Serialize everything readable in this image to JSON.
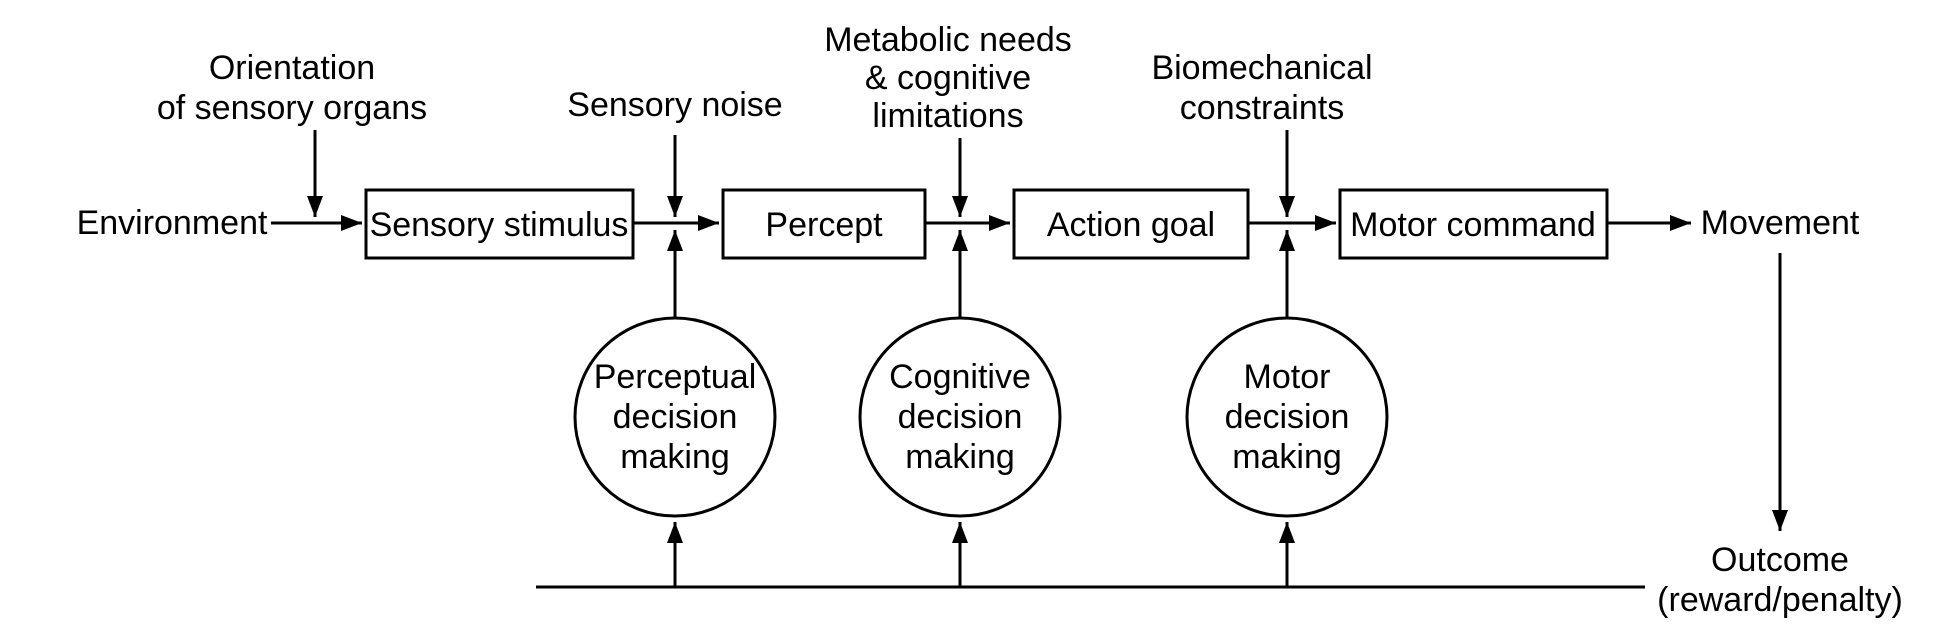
{
  "figure": {
    "background_color": "#ffffff",
    "ink_color": "#000000"
  },
  "flow": {
    "environment": "Environment",
    "sensory_stimulus": "Sensory stimulus",
    "percept": "Percept",
    "action_goal": "Action goal",
    "motor_command": "Motor command",
    "movement": "Movement",
    "outcome": {
      "line1": "Outcome",
      "line2": "(reward/penalty)"
    }
  },
  "influences": {
    "orientation": {
      "line1": "Orientation",
      "line2": "of sensory organs"
    },
    "sensory_noise": "Sensory noise",
    "metabolic": {
      "line1": "Metabolic needs",
      "line2": "& cognitive",
      "line3": "limitations"
    },
    "biomechanical": {
      "line1": "Biomechanical",
      "line2": "constraints"
    }
  },
  "decisions": {
    "perceptual": {
      "line1": "Perceptual",
      "line2": "decision",
      "line3": "making"
    },
    "cognitive": {
      "line1": "Cognitive",
      "line2": "decision",
      "line3": "making"
    },
    "motor": {
      "line1": "Motor",
      "line2": "decision",
      "line3": "making"
    }
  }
}
